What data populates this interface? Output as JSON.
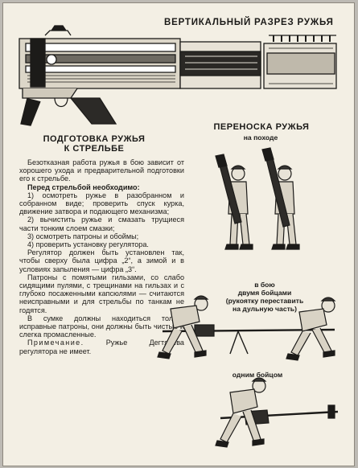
{
  "top_title": "ВЕРТИКАЛЬНЫЙ РАЗРЕЗ РУЖЬЯ",
  "prep_title_1": "ПОДГОТОВКА РУЖЬЯ",
  "prep_title_2": "К СТРЕЛЬБЕ",
  "carry_title": "ПЕРЕНОСКА РУЖЬЯ",
  "cap_march": "на походе",
  "cap_battle_1": "в бою",
  "cap_battle_2": "двумя бойцами",
  "cap_battle_3": "(рукоятку переставить",
  "cap_battle_4": "на дульную часть)",
  "cap_one": "одним бойцом",
  "para_intro": "Безотказная работа ружья в бою зависит от хорошего ухода и предварительной подготовки его к стрельбе.",
  "para_before": "Перед стрельбой необходимо:",
  "item_1": "1) осмотреть ружье в разобранном и собранном виде; проверить спуск курка, движение затвора и подающего механизма;",
  "item_2": "2) вычистить ружье и смазать трущиеся части тонким слоем смазки;",
  "item_3": "3) осмотреть патроны и обоймы;",
  "item_4": "4) проверить установку регулятора.",
  "para_regulator": "Регулятор должен быть установлен так, чтобы сверху была цифра „2“, а зимой и в условиях запыления — цифра „3“.",
  "para_cartridges": "Патроны с помятыми гильзами, со слабо сидящими пулями, с трещинами на гильзах и с глубоко посаженными капсюлями — считаются неисправными и для стрельбы по танкам не годятся.",
  "para_bag": "В сумке должны находиться только исправные патроны, они должны быть чистые и слегка промасленные.",
  "note_label": "Примечание.",
  "note_text": "Ружье Дегтярева регулятора не имеет."
}
